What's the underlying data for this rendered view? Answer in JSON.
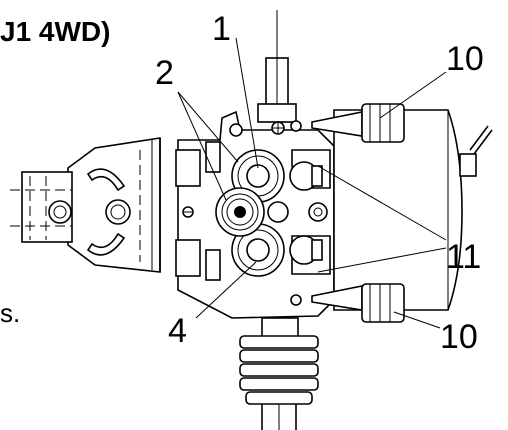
{
  "heading_fragment": "J1 4WD)",
  "side_fragment": "s.",
  "callouts": {
    "c1": "1",
    "c2": "2",
    "c4": "4",
    "c10_top": "10",
    "c10_bottom": "10",
    "c11": "11"
  }
}
